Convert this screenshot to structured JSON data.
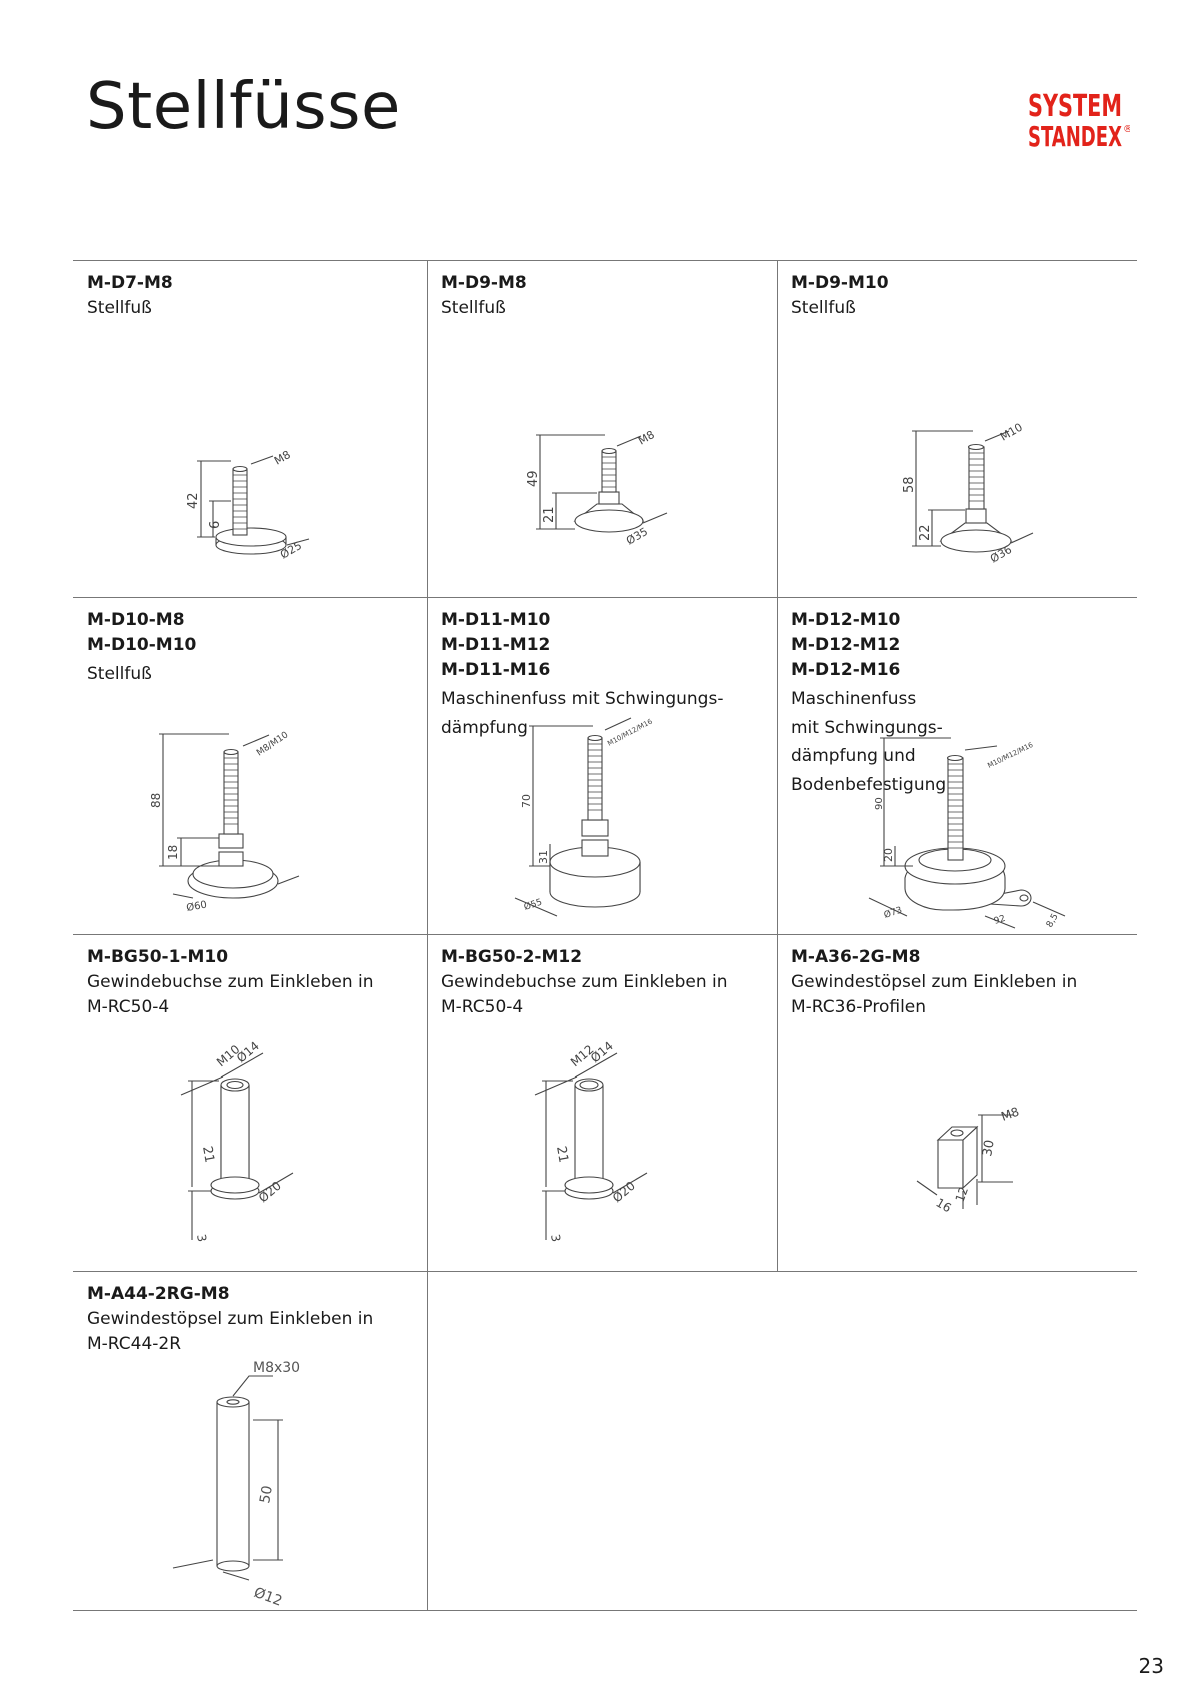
{
  "page": {
    "title": "Stellfüsse",
    "page_number": "23"
  },
  "logo": {
    "line1": "SYSTEM",
    "line2": "STANDEX",
    "reg": "®",
    "color": "#e2231a"
  },
  "cells": [
    {
      "codes": [
        "M-D7-M8"
      ],
      "desc": [
        "Stellfuß"
      ],
      "dims": [
        "42",
        "6",
        "M8",
        "Ø25"
      ]
    },
    {
      "codes": [
        "M-D9-M8"
      ],
      "desc": [
        "Stellfuß"
      ],
      "dims": [
        "49",
        "21",
        "M8",
        "Ø35"
      ]
    },
    {
      "codes": [
        "M-D9-M10"
      ],
      "desc": [
        "Stellfuß"
      ],
      "dims": [
        "58",
        "22",
        "M10",
        "Ø36"
      ]
    },
    {
      "codes": [
        "M-D10-M8",
        "M-D10-M10"
      ],
      "desc": [
        "Stellfuß"
      ],
      "dims": [
        "88",
        "18",
        "M8/M10",
        "Ø60"
      ]
    },
    {
      "codes": [
        "M-D11-M10",
        "M-D11-M12",
        "M-D11-M16"
      ],
      "desc": [
        "Maschinenfuss mit Schwingungs-",
        "dämpfung"
      ],
      "dims": [
        "70",
        "31",
        "M10/M12/M16",
        "Ø55"
      ]
    },
    {
      "codes": [
        "M-D12-M10",
        "M-D12-M12",
        "M-D12-M16"
      ],
      "desc": [
        "Maschinenfuss",
        "mit Schwingungs-",
        "dämpfung und",
        "Bodenbefestigung"
      ],
      "dims": [
        "90",
        "20",
        "M10/M12/M16",
        "Ø73",
        "92",
        "8,5"
      ]
    },
    {
      "codes": [
        "M-BG50-1-M10"
      ],
      "desc": [
        "Gewindebuchse zum Einkleben in",
        "M-RC50-4"
      ],
      "dims": [
        "M10",
        "Ø14",
        "21",
        "Ø20",
        "3"
      ]
    },
    {
      "codes": [
        "M-BG50-2-M12"
      ],
      "desc": [
        "Gewindebuchse zum Einkleben in",
        "M-RC50-4"
      ],
      "dims": [
        "M12",
        "Ø14",
        "21",
        "Ø20",
        "3"
      ]
    },
    {
      "codes": [
        "M-A36-2G-M8"
      ],
      "desc": [
        "Gewindestöpsel zum Einkleben in",
        "M-RC36-Profilen"
      ],
      "dims": [
        "M8",
        "30",
        "16",
        "12"
      ]
    },
    {
      "codes": [
        "M-A44-2RG-M8"
      ],
      "desc": [
        "Gewindestöpsel zum Einkleben in",
        "M-RC44-2R"
      ],
      "dims": [
        "M8x30",
        "50",
        "Ø12"
      ]
    }
  ]
}
